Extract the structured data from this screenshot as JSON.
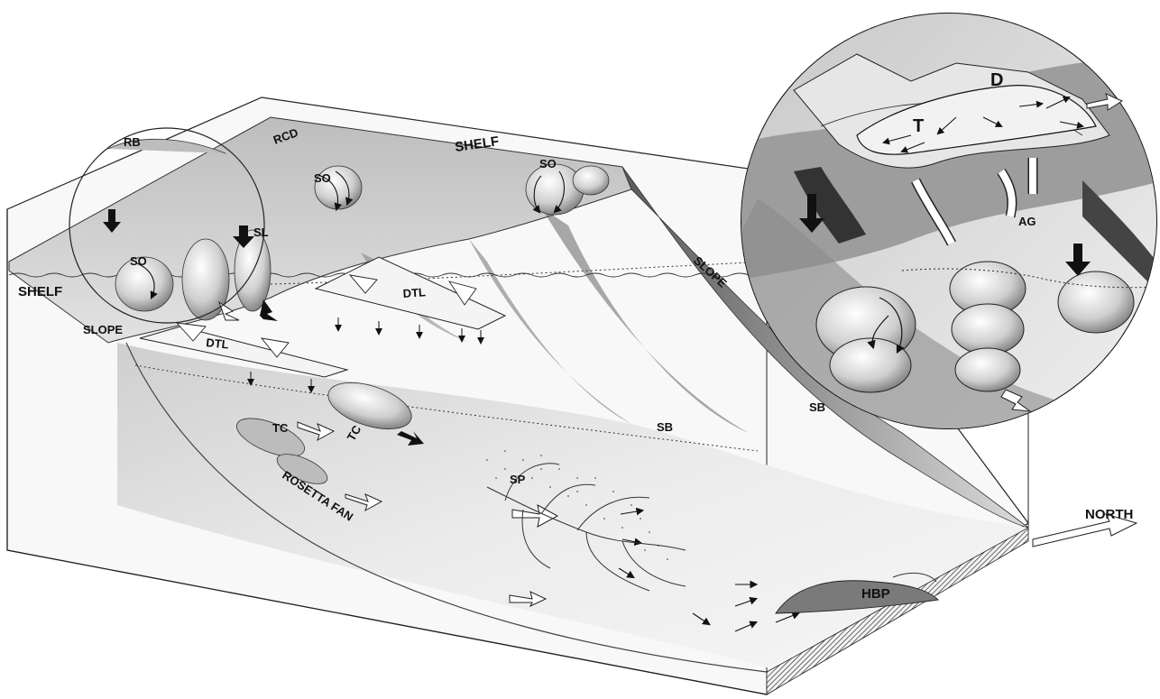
{
  "labels": {
    "shelf_top": "SHELF",
    "shelf_left": "SHELF",
    "slope_left": "SLOPE",
    "slope_right": "SLOPE",
    "rb": "RB",
    "rcd": "RCD",
    "so_1": "SO",
    "so_2": "SO",
    "so_3": "SO",
    "sl": "SL",
    "dtl_1": "DTL",
    "dtl_2": "DTL",
    "tc_1": "TC",
    "tc_2": "TC",
    "sb_1": "SB",
    "sb_2": "SB",
    "sp": "SP",
    "rosetta_fan": "ROSETTA FAN",
    "hbp": "HBP",
    "north": "NORTH",
    "inset_d": "D",
    "inset_t": "T",
    "inset_ag": "AG"
  },
  "colors": {
    "ink": "#111111",
    "shade_dark": "#3a3a3a",
    "shade_mid": "#8a8a8a",
    "shade_light": "#d8d8d8",
    "paper": "#ffffff"
  }
}
